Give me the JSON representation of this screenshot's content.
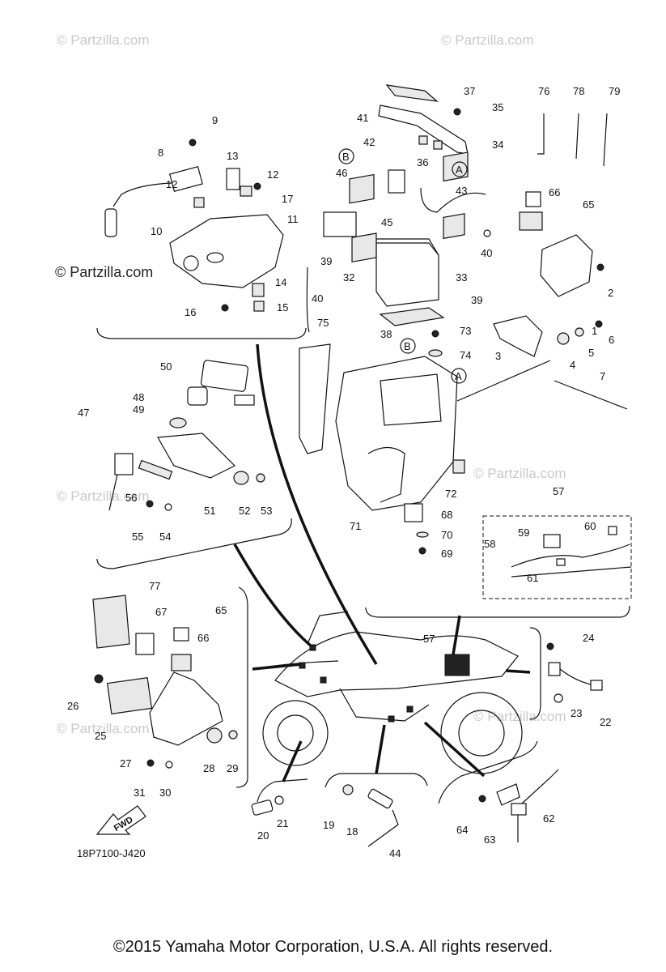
{
  "watermarks": {
    "light": "© Partzilla.com",
    "dark": "© Partzilla.com"
  },
  "diagram_code": "18P7100-J420",
  "fwd_label": "FWD",
  "copyright": "©2015 Yamaha Motor Corporation, U.S.A. All rights reserved.",
  "callouts": [
    {
      "id": "c37",
      "text": "37"
    },
    {
      "id": "c35",
      "text": "35"
    },
    {
      "id": "c34",
      "text": "34"
    },
    {
      "id": "c36",
      "text": "36"
    },
    {
      "id": "c41",
      "text": "41"
    },
    {
      "id": "c42",
      "text": "42"
    },
    {
      "id": "c46",
      "text": "46"
    },
    {
      "id": "c43",
      "text": "43"
    },
    {
      "id": "c45",
      "text": "45"
    },
    {
      "id": "c39a",
      "text": "39"
    },
    {
      "id": "c40a",
      "text": "40"
    },
    {
      "id": "c32",
      "text": "32"
    },
    {
      "id": "c33",
      "text": "33"
    },
    {
      "id": "c40b",
      "text": "40"
    },
    {
      "id": "c39b",
      "text": "39"
    },
    {
      "id": "c38",
      "text": "38"
    },
    {
      "id": "c76",
      "text": "76"
    },
    {
      "id": "c78",
      "text": "78"
    },
    {
      "id": "c79",
      "text": "79"
    },
    {
      "id": "c66a",
      "text": "66"
    },
    {
      "id": "c65a",
      "text": "65"
    },
    {
      "id": "c2",
      "text": "2"
    },
    {
      "id": "c1",
      "text": "1"
    },
    {
      "id": "c6",
      "text": "6"
    },
    {
      "id": "c5",
      "text": "5"
    },
    {
      "id": "c4",
      "text": "4"
    },
    {
      "id": "c3",
      "text": "3"
    },
    {
      "id": "c7",
      "text": "7"
    },
    {
      "id": "c73",
      "text": "73"
    },
    {
      "id": "c74",
      "text": "74"
    },
    {
      "id": "c75",
      "text": "75"
    },
    {
      "id": "c72",
      "text": "72"
    },
    {
      "id": "c71",
      "text": "71"
    },
    {
      "id": "c68",
      "text": "68"
    },
    {
      "id": "c70",
      "text": "70"
    },
    {
      "id": "c69",
      "text": "69"
    },
    {
      "id": "c9",
      "text": "9"
    },
    {
      "id": "c8",
      "text": "8"
    },
    {
      "id": "c13",
      "text": "13"
    },
    {
      "id": "c12a",
      "text": "12"
    },
    {
      "id": "c12b",
      "text": "12"
    },
    {
      "id": "c17",
      "text": "17"
    },
    {
      "id": "c10",
      "text": "10"
    },
    {
      "id": "c11",
      "text": "11"
    },
    {
      "id": "c14",
      "text": "14"
    },
    {
      "id": "c16",
      "text": "16"
    },
    {
      "id": "c15",
      "text": "15"
    },
    {
      "id": "c50",
      "text": "50"
    },
    {
      "id": "c48",
      "text": "48"
    },
    {
      "id": "c49",
      "text": "49"
    },
    {
      "id": "c47",
      "text": "47"
    },
    {
      "id": "c56",
      "text": "56"
    },
    {
      "id": "c51",
      "text": "51"
    },
    {
      "id": "c52",
      "text": "52"
    },
    {
      "id": "c53",
      "text": "53"
    },
    {
      "id": "c55",
      "text": "55"
    },
    {
      "id": "c54",
      "text": "54"
    },
    {
      "id": "c57a",
      "text": "57"
    },
    {
      "id": "c59",
      "text": "59"
    },
    {
      "id": "c60",
      "text": "60"
    },
    {
      "id": "c58",
      "text": "58"
    },
    {
      "id": "c61",
      "text": "61"
    },
    {
      "id": "c77",
      "text": "77"
    },
    {
      "id": "c67",
      "text": "67"
    },
    {
      "id": "c65b",
      "text": "65"
    },
    {
      "id": "c66b",
      "text": "66"
    },
    {
      "id": "c26",
      "text": "26"
    },
    {
      "id": "c25",
      "text": "25"
    },
    {
      "id": "c27",
      "text": "27"
    },
    {
      "id": "c28",
      "text": "28"
    },
    {
      "id": "c29",
      "text": "29"
    },
    {
      "id": "c31",
      "text": "31"
    },
    {
      "id": "c30",
      "text": "30"
    },
    {
      "id": "c57b",
      "text": "57"
    },
    {
      "id": "c24",
      "text": "24"
    },
    {
      "id": "c23",
      "text": "23"
    },
    {
      "id": "c22",
      "text": "22"
    },
    {
      "id": "c20",
      "text": "20"
    },
    {
      "id": "c21",
      "text": "21"
    },
    {
      "id": "c19",
      "text": "19"
    },
    {
      "id": "c18",
      "text": "18"
    },
    {
      "id": "c44",
      "text": "44"
    },
    {
      "id": "c64",
      "text": "64"
    },
    {
      "id": "c63",
      "text": "63"
    },
    {
      "id": "c62",
      "text": "62"
    }
  ],
  "reference_markers": [
    {
      "id": "mA1",
      "text": "A"
    },
    {
      "id": "mB1",
      "text": "B"
    },
    {
      "id": "mB2",
      "text": "B"
    },
    {
      "id": "mA2",
      "text": "A"
    }
  ]
}
